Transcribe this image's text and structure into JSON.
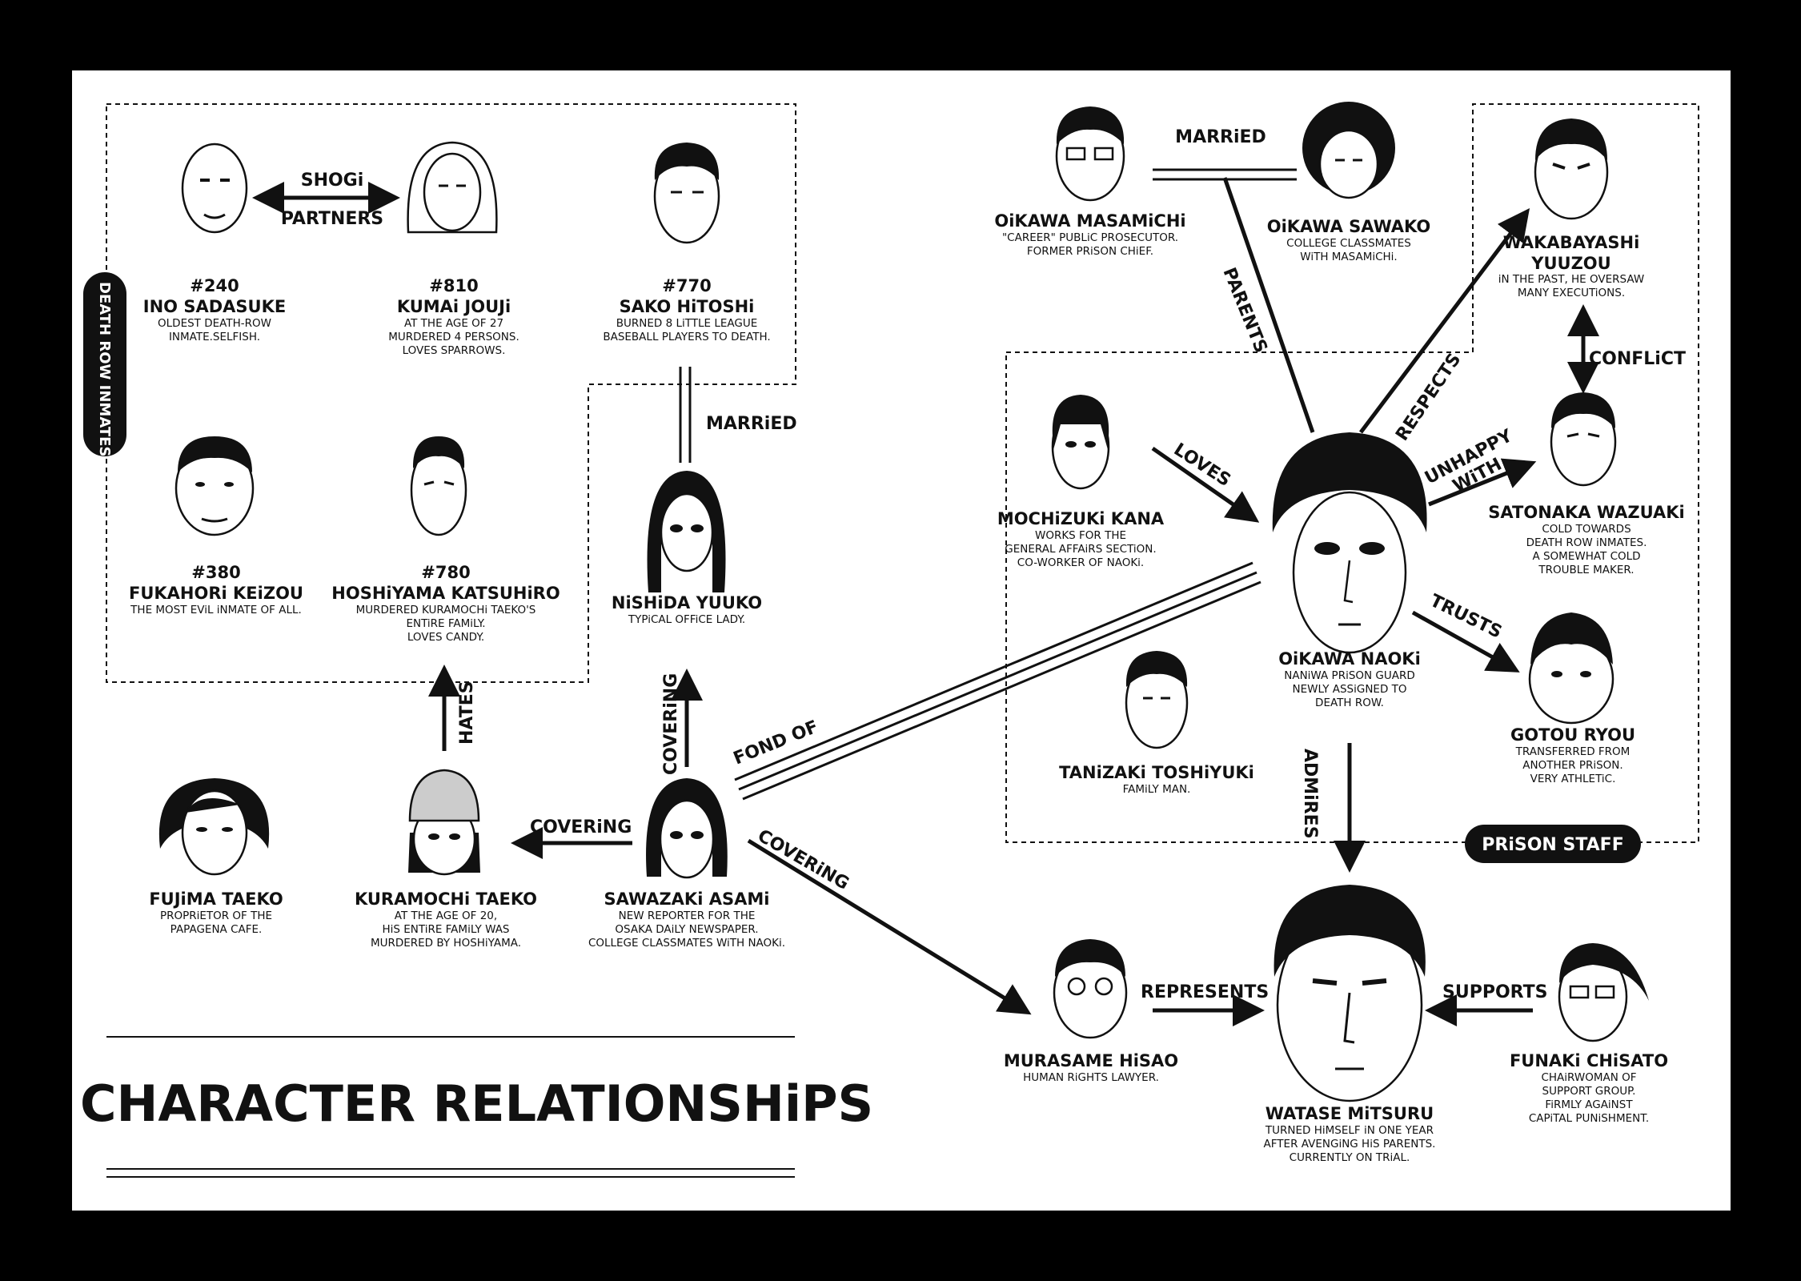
{
  "title": "CHARACTER RELATIONSHiPS",
  "groups": {
    "death_row": "DEATH ROW INMATES",
    "prison_staff": "PRiSON STAFF"
  },
  "characters": {
    "ino": {
      "number": "#240",
      "name": "INO SADASUKE",
      "desc": [
        "OLDEST DEATH-ROW",
        "INMATE.SELFISH."
      ]
    },
    "kumai": {
      "number": "#810",
      "name": "KUMAi JOUJi",
      "desc": [
        "AT THE AGE OF 27",
        "MURDERED 4 PERSONS.",
        "LOVES SPARROWS."
      ]
    },
    "sako": {
      "number": "#770",
      "name": "SAKO HiTOSHi",
      "desc": [
        "BURNED 8 LiTTLE LEAGUE",
        "BASEBALL PLAYERS TO DEATH."
      ]
    },
    "fukahori": {
      "number": "#380",
      "name": "FUKAHORi KEiZOU",
      "desc": [
        "THE MOST EViL iNMATE OF ALL."
      ]
    },
    "hoshiyama": {
      "number": "#780",
      "name": "HOSHiYAMA KATSUHiRO",
      "desc": [
        "MURDERED KURAMOCHi TAEKO'S",
        "ENTiRE FAMiLY.",
        "LOVES CANDY."
      ]
    },
    "nishida": {
      "name": "NiSHiDA YUUKO",
      "desc": [
        "TYPiCAL OFFiCE LADY."
      ]
    },
    "fujima": {
      "name": "FUJiMA TAEKO",
      "desc": [
        "PROPRiETOR OF THE",
        "PAPAGENA CAFE."
      ]
    },
    "kuramochi": {
      "name": "KURAMOCHi TAEKO",
      "desc": [
        "AT THE AGE OF 20,",
        "HiS ENTiRE FAMiLY WAS",
        "MURDERED BY HOSHiYAMA."
      ]
    },
    "sawazaki": {
      "name": "SAWAZAKi ASAMi",
      "desc": [
        "NEW REPORTER FOR THE",
        "OSAKA DAiLY NEWSPAPER.",
        "COLLEGE CLASSMATES WiTH NAOKi."
      ]
    },
    "masamichi": {
      "name": "OiKAWA MASAMiCHi",
      "desc": [
        "\"CAREER\" PUBLiC PROSECUTOR.",
        "FORMER PRiSON CHiEF."
      ]
    },
    "sawako": {
      "name": "OiKAWA SAWAKO",
      "desc": [
        "COLLEGE CLASSMATES",
        "WiTH MASAMiCHi."
      ]
    },
    "wakabayashi": {
      "name": [
        "WAKABAYASHi",
        "YUUZOU"
      ],
      "desc": [
        "iN THE PAST, HE OVERSAW",
        "MANY EXECUTiONS."
      ]
    },
    "mochizuki": {
      "name": "MOCHiZUKi KANA",
      "desc": [
        "WORKS FOR THE",
        "GENERAL AFFAiRS SECTiON.",
        "CO-WORKER OF NAOKi."
      ]
    },
    "naoki": {
      "name": "OiKAWA NAOKi",
      "desc": [
        "NANiWA PRiSON GUARD",
        "NEWLY ASSiGNED TO",
        "DEATH ROW."
      ]
    },
    "satonaka": {
      "name": "SATONAKA WAZUAKi",
      "desc": [
        "COLD TOWARDS",
        "DEATH ROW iNMATES.",
        "A SOMEWHAT COLD",
        "TROUBLE MAKER."
      ]
    },
    "tanizaki": {
      "name": "TANiZAKi TOSHiYUKi",
      "desc": [
        "FAMiLY MAN."
      ]
    },
    "gotou": {
      "name": "GOTOU RYOU",
      "desc": [
        "TRANSFERRED FROM",
        "ANOTHER PRiSON.",
        "VERY ATHLETiC."
      ]
    },
    "murasame": {
      "name": "MURASAME HiSAO",
      "desc": [
        "HUMAN RiGHTS LAWYER."
      ]
    },
    "watase": {
      "name": "WATASE MiTSURU",
      "desc": [
        "TURNED HiMSELF iN ONE YEAR",
        "AFTER AVENGiNG HiS PARENTS.",
        "CURRENTLY ON TRiAL."
      ]
    },
    "funaki": {
      "name": "FUNAKi CHiSATO",
      "desc": [
        "CHAiRWOMAN OF",
        "SUPPORT GROUP.",
        "FiRMLY AGAiNST",
        "CAPiTAL PUNiSHMENT."
      ]
    }
  },
  "relations": {
    "shogi": "SHOGi",
    "partners": "PARTNERS",
    "married_left": "MARRiED",
    "hates": "HATES",
    "covering_up": "COVERiNG",
    "covering_left": "COVERiNG",
    "covering_down": "COVERiNG",
    "fond_of": "FOND OF",
    "married_top": "MARRiED",
    "parents": "PARENTS",
    "respects": "RESPECTS",
    "conflict": "CONFLiCT",
    "loves": "LOVES",
    "unhappy": "UNHAPPY",
    "with": "WiTH",
    "trusts": "TRUSTS",
    "admires": "ADMiRES",
    "represents": "REPRESENTS",
    "supports": "SUPPORTS"
  }
}
